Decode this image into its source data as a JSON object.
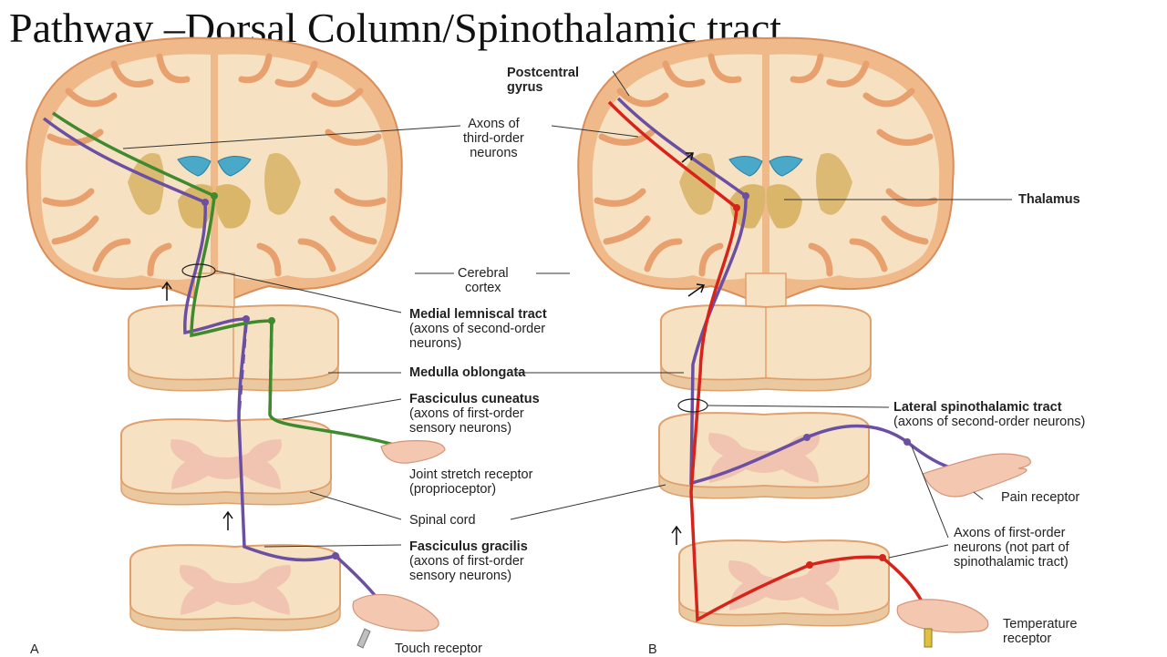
{
  "title": "Pathway –Dorsal Column/Spinothalamic tract",
  "labels": {
    "postcentral_1": "Postcentral",
    "postcentral_2": "gyrus",
    "axons_third_1": "Axons of",
    "axons_third_2": "third-order",
    "axons_third_3": "neurons",
    "thalamus": "Thalamus",
    "cerebral_1": "Cerebral",
    "cerebral_2": "cortex",
    "medial_1": "Medial lemniscal tract",
    "medial_2": "(axons of second-order",
    "medial_3": "neurons)",
    "medulla": "Medulla oblongata",
    "cuneatus_1": "Fasciculus cuneatus",
    "cuneatus_2": "(axons of first-order",
    "cuneatus_3": "sensory neurons)",
    "lateral_1": "Lateral spinothalamic tract",
    "lateral_2": "(axons of second-order neurons)",
    "joint_1": "Joint stretch receptor",
    "joint_2": "(proprioceptor)",
    "pain": "Pain receptor",
    "spinal_cord": "Spinal cord",
    "gracilis_1": "Fasciculus gracilis",
    "gracilis_2": "(axons of first-order",
    "gracilis_3": "sensory neurons)",
    "first_order_1": "Axons of first-order",
    "first_order_2": "neurons (not part of",
    "first_order_3": "spinothalamic tract)",
    "temp_1": "Temperature",
    "temp_2": "receptor",
    "touch": "Touch receptor",
    "panel_a": "A",
    "panel_b": "B"
  },
  "colors": {
    "green_tract": "#3f8a2e",
    "purple_tract": "#6a4fa3",
    "red_tract": "#d8231a",
    "tissue": "#f6e2c2",
    "tissue_edge": "#e0a06c",
    "cortex": "#f0b98a",
    "gray_matter": "#f0c4b0",
    "nuclei": "#d9b66a",
    "ventricle": "#4aa8c8"
  }
}
